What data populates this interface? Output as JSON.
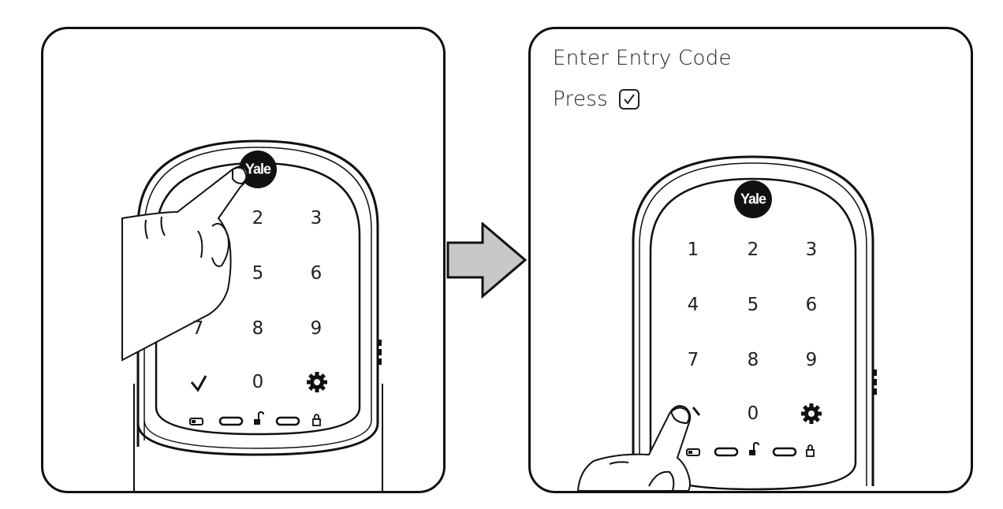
{
  "instructions": {
    "line1": "Enter Entry Code",
    "line2_prefix": "Press"
  },
  "lock": {
    "brand": "Yale",
    "keys": [
      "1",
      "2",
      "3",
      "4",
      "5",
      "6",
      "7",
      "8",
      "9",
      "0"
    ]
  },
  "icons": {
    "confirm": "checkmark-icon",
    "settings": "gear-icon",
    "battery": "battery-icon",
    "unlock": "unlocked-padlock-icon",
    "lock": "locked-padlock-icon",
    "arrow": "right-arrow-icon",
    "finger": "hand-finger-icon"
  },
  "colors": {
    "line": "#111111",
    "arrow_fill": "#c8c8c8",
    "logo_bg": "#111111"
  }
}
